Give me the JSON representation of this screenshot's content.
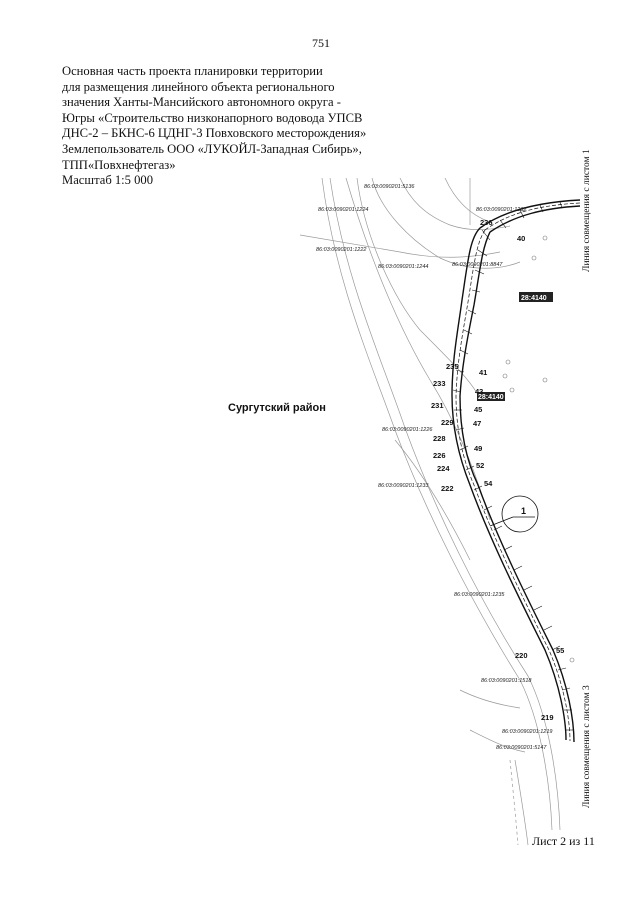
{
  "page_number": "751",
  "title_lines": [
    "Основная часть проекта планировки территории",
    "для размещения линейного объекта регионального",
    "значения Ханты-Мансийского автономного округа -",
    "Югры «Строительство низконапорного водовода УПСВ",
    "ДНС-2 – БКНС-6 ЦДНГ-3 Повховского месторождения»",
    "Землепользователь ООО «ЛУКОЙЛ-Западная Сибирь»,",
    "ТПП«Повхнефтегаз»",
    "Масштаб 1:5 000"
  ],
  "district_label": "Сургутский район",
  "match_line_top": "Линия совмещения с листом 1",
  "match_line_bottom": "Линия совмещения с листом 3",
  "footer": "Лист 2 из 11",
  "callout_number": "1",
  "zone_labels": [
    "28:4140",
    "28:4140"
  ],
  "cadastral_labels": [
    "86:03:0090201:5136",
    "86:03:0090201:1224",
    "86:03:0090201:1232",
    "86:03:0090201:1222",
    "86:03:0090201:1244",
    "86:03:0090201:8847",
    "86:03:0090201:1226",
    "86:03:0090201:1233",
    "86:03:0090201:1235",
    "86:03:0090201:1518",
    "86:03:0090201:1219",
    "86:03:0090201:5147"
  ],
  "point_labels": [
    "236",
    "40",
    "41",
    "235",
    "233",
    "43",
    "231",
    "45",
    "229",
    "47",
    "228",
    "49",
    "226",
    "52",
    "224",
    "222",
    "54",
    "220",
    "55",
    "219"
  ],
  "colors": {
    "line": "#111111",
    "road": "#9a9a9a",
    "zone_fill": "#222222"
  }
}
